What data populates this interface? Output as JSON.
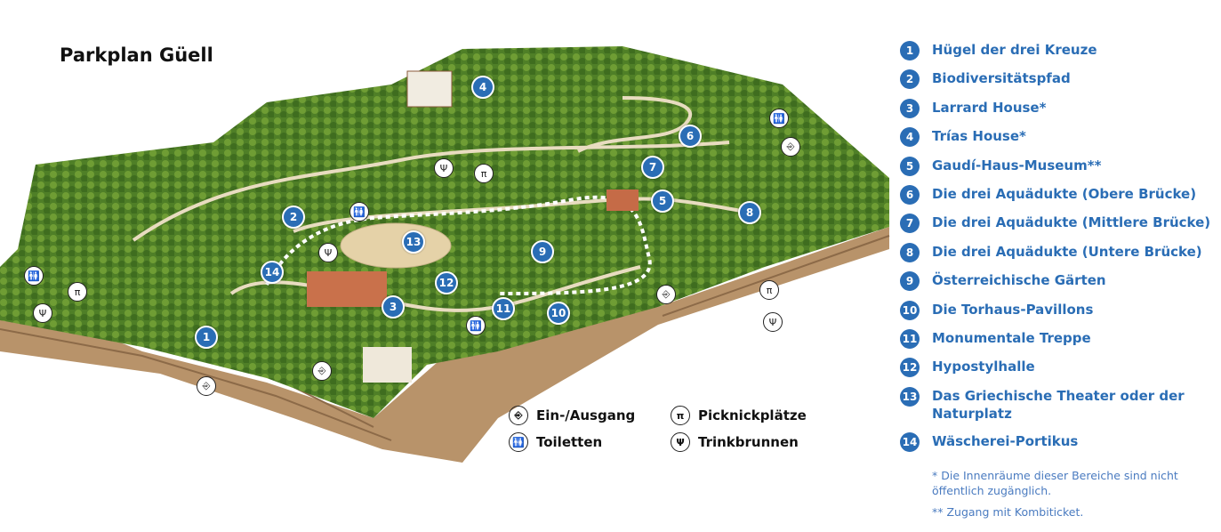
{
  "title": "Parkplan Güell",
  "points": [
    {
      "num": "1",
      "label": "Hügel der drei Kreuze"
    },
    {
      "num": "2",
      "label": "Biodiversitätspfad"
    },
    {
      "num": "3",
      "label": "Larrard House*"
    },
    {
      "num": "4",
      "label": "Trías House*"
    },
    {
      "num": "5",
      "label": "Gaudí-Haus-Museum**"
    },
    {
      "num": "6",
      "label": "Die drei Aquädukte (Obere Brücke)"
    },
    {
      "num": "7",
      "label": "Die drei Aquädukte (Mittlere Brücke)"
    },
    {
      "num": "8",
      "label": "Die drei Aquädukte (Untere Brücke)"
    },
    {
      "num": "9",
      "label": "Österreichische Gärten"
    },
    {
      "num": "10",
      "label": "Die Torhaus-Pavillons"
    },
    {
      "num": "11",
      "label": "Monumentale Treppe"
    },
    {
      "num": "12",
      "label": "Hypostylhalle"
    },
    {
      "num": "13",
      "label": "Das Griechische Theater oder der Naturplatz"
    },
    {
      "num": "14",
      "label": "Wäscherei-Portikus"
    }
  ],
  "notes": {
    "one_star": "* Die Innenräume dieser Bereiche sind nicht öffentlich zugänglich.",
    "two_star": "** Zugang mit Kombiticket."
  },
  "facilities": {
    "entrance": "Ein-/Ausgang",
    "picnic": "Picknickplätze",
    "toilets": "Toiletten",
    "fountain": "Trinkbrunnen"
  },
  "icons": {
    "entrance": "door-icon",
    "picnic": "picnic-table-icon",
    "toilets": "toilets-icon",
    "fountain": "drinking-fountain-icon"
  },
  "colors": {
    "accent": "#2a6db5",
    "forest": "#5d8a2e",
    "earth": "#b8936a"
  }
}
